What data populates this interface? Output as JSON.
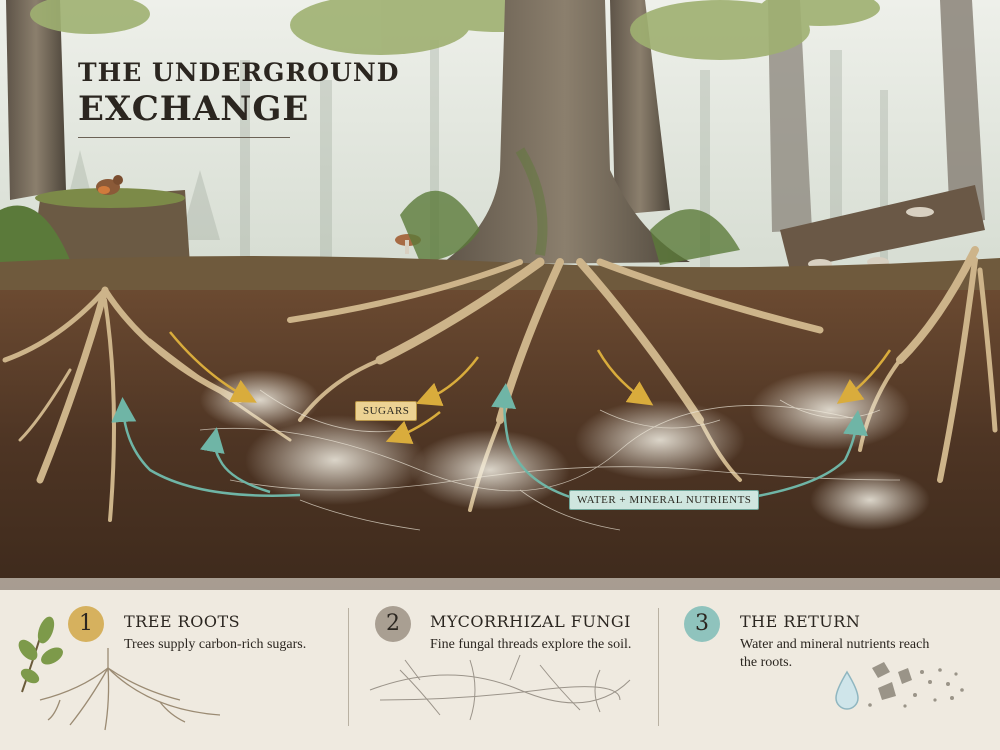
{
  "title": {
    "line1": "THE UNDERGROUND",
    "line2": "EXCHANGE"
  },
  "labels": {
    "sugars": "SUGARS",
    "water": "WATER + MINERAL NUTRIENTS"
  },
  "steps": [
    {
      "number": "1",
      "heading": "TREE ROOTS",
      "text": "Trees supply carbon-rich sugars.",
      "color": "#d6b15e"
    },
    {
      "number": "2",
      "heading": "MYCORRHIZAL FUNGI",
      "text": "Fine fungal threads explore the soil.",
      "color": "#a99f92"
    },
    {
      "number": "3",
      "heading": "THE RETURN",
      "text": "Water and mineral nutrients reach the roots.",
      "color": "#8fc3bd"
    }
  ],
  "colors": {
    "sugar_arrow": "#d9ac3c",
    "water_arrow": "#6fb5a6",
    "soil": "#5a3f2a",
    "sky": "#dfe4de",
    "panel": "#efeae0"
  }
}
